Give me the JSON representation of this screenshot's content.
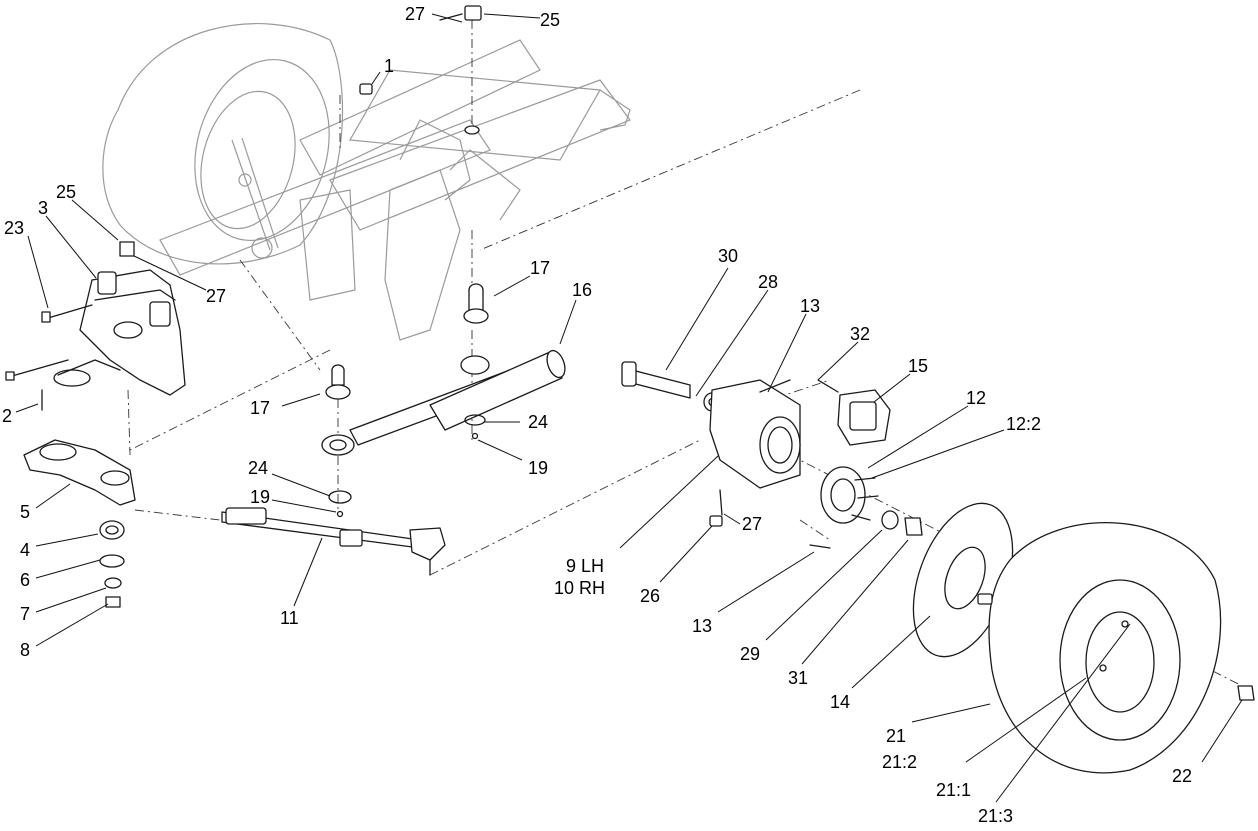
{
  "diagram": {
    "callouts": [
      {
        "id": "c27a",
        "text": "27"
      },
      {
        "id": "c25a",
        "text": "25"
      },
      {
        "id": "c1",
        "text": "1"
      },
      {
        "id": "c23",
        "text": "23"
      },
      {
        "id": "c3",
        "text": "3"
      },
      {
        "id": "c25b",
        "text": "25"
      },
      {
        "id": "c27b",
        "text": "27"
      },
      {
        "id": "c2",
        "text": "2"
      },
      {
        "id": "c5",
        "text": "5"
      },
      {
        "id": "c4",
        "text": "4"
      },
      {
        "id": "c6",
        "text": "6"
      },
      {
        "id": "c7",
        "text": "7"
      },
      {
        "id": "c8",
        "text": "8"
      },
      {
        "id": "c17a",
        "text": "17"
      },
      {
        "id": "c16",
        "text": "16"
      },
      {
        "id": "c17b",
        "text": "17"
      },
      {
        "id": "c24a",
        "text": "24"
      },
      {
        "id": "c19a",
        "text": "19"
      },
      {
        "id": "c24b",
        "text": "24"
      },
      {
        "id": "c19b",
        "text": "19"
      },
      {
        "id": "c11",
        "text": "11"
      },
      {
        "id": "c30",
        "text": "30"
      },
      {
        "id": "c28",
        "text": "28"
      },
      {
        "id": "c13a",
        "text": "13"
      },
      {
        "id": "c32",
        "text": "32"
      },
      {
        "id": "c15",
        "text": "15"
      },
      {
        "id": "c12",
        "text": "12"
      },
      {
        "id": "c12_2",
        "text": "12:2"
      },
      {
        "id": "c9",
        "text": "9 LH"
      },
      {
        "id": "c10",
        "text": "10 RH"
      },
      {
        "id": "c27c",
        "text": "27"
      },
      {
        "id": "c26",
        "text": "26"
      },
      {
        "id": "c13b",
        "text": "13"
      },
      {
        "id": "c29",
        "text": "29"
      },
      {
        "id": "c31",
        "text": "31"
      },
      {
        "id": "c14",
        "text": "14"
      },
      {
        "id": "c21",
        "text": "21"
      },
      {
        "id": "c21_2",
        "text": "21:2"
      },
      {
        "id": "c21_1",
        "text": "21:1"
      },
      {
        "id": "c21_3",
        "text": "21:3"
      },
      {
        "id": "c22",
        "text": "22"
      }
    ]
  }
}
